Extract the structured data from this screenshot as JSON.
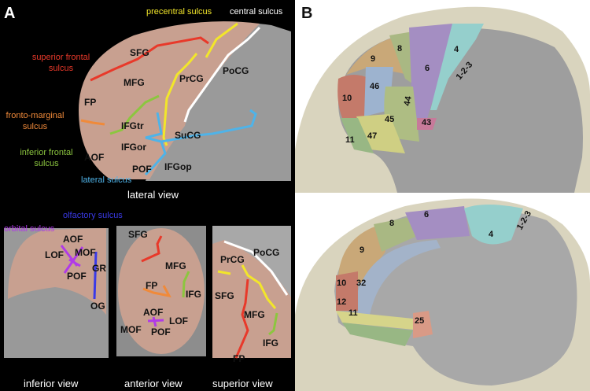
{
  "panel_a": {
    "letter": "A",
    "lateral": {
      "caption": "lateral view",
      "sulci": {
        "precentral": {
          "text": "precentral sulcus",
          "color": "#f2e62a"
        },
        "central": {
          "text": "central sulcus",
          "color": "#ffffff"
        },
        "superior_frontal": {
          "text": "superior frontal sulcus",
          "color": "#e8392a"
        },
        "fronto_marginal": {
          "text": "fronto-marginal sulcus",
          "color": "#f08a3a"
        },
        "inferior_frontal": {
          "text": "inferior frontal sulcus",
          "color": "#8cc63f"
        },
        "lateral": {
          "text": "lateral  sulcus",
          "color": "#4fb3e8"
        }
      },
      "gyri": [
        "SFG",
        "MFG",
        "PrCG",
        "PoCG",
        "FP",
        "IFGtr",
        "SuCG",
        "IFGor",
        "AOF",
        "POF",
        "IFGop"
      ]
    },
    "inferior": {
      "caption": "inferior view",
      "sulci": {
        "olfactory": {
          "text": "olfactory  sulcus",
          "color": "#3a3ae8"
        },
        "orbital": {
          "text": "orbital  sulcus",
          "color": "#b03ae8"
        }
      },
      "gyri": [
        "AOF",
        "LOF",
        "MOF",
        "GR",
        "POF",
        "OG"
      ]
    },
    "anterior": {
      "caption": "anterior view",
      "gyri": [
        "SFG",
        "MFG",
        "FP",
        "IFG",
        "AOF",
        "LOF",
        "MOF",
        "POF"
      ]
    },
    "superior": {
      "caption": "superior view",
      "gyri": [
        "PrCG",
        "PoCG",
        "SFG",
        "MFG",
        "IFG",
        "FP"
      ]
    }
  },
  "panel_b": {
    "letter": "B",
    "lateral_areas": [
      "9",
      "8",
      "4",
      "6",
      "1-2-3",
      "46",
      "10",
      "44",
      "45",
      "43",
      "11",
      "47"
    ],
    "medial_areas": [
      "6",
      "8",
      "4",
      "1-2-3",
      "9",
      "10",
      "32",
      "12",
      "11",
      "25"
    ],
    "area_colors": {
      "10": "#c47a6a",
      "9": "#c9a878",
      "8": "#a9b883",
      "46": "#9db3cf",
      "6": "#a48ec2",
      "4": "#95cfcc",
      "44": "#b9c48f",
      "45": "#aebd83",
      "47": "#cfcf83",
      "11": "#98b784",
      "43": "#c77a9a",
      "32": "#a3b3c9",
      "12": "#d6d48a",
      "25": "#d99a86"
    }
  }
}
